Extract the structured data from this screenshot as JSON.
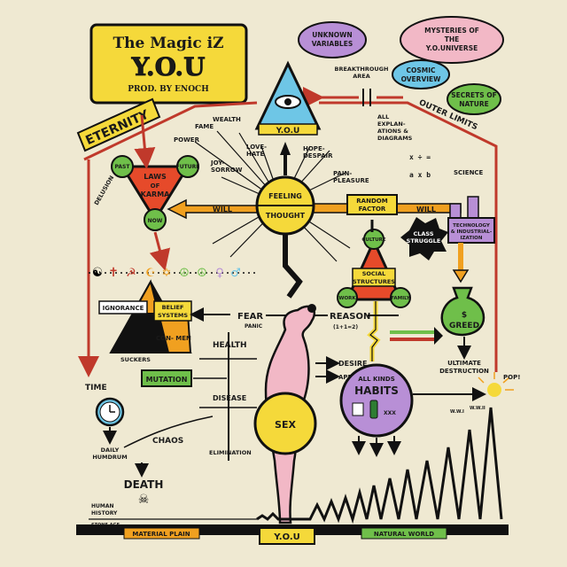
{
  "title_box": {
    "line1": "The Magic iZ",
    "line2": "Y.O.U",
    "line3": "PROD. BY ENOCH"
  },
  "clouds": {
    "unknown_variables": [
      "UNKNOWN",
      "VARIABLES"
    ],
    "mysteries": [
      "MYSTERIES OF",
      "THE",
      "Y.O.UNIVERSE"
    ],
    "cosmic_overview": [
      "COSMIC",
      "OVERVIEW"
    ],
    "secrets_of_nature": [
      "SECRETS OF",
      "NATURE"
    ]
  },
  "labels": {
    "eternity": "ETERNITY",
    "outer_limits": "OUTER LIMITS",
    "breakthrough_area": [
      "BREAKTHROUGH",
      "AREA"
    ],
    "all_explanations": [
      "ALL",
      "EXPLAN-",
      "ATIONS &",
      "DIAGRAMS"
    ],
    "you_top": "Y.O.U",
    "love_hate": [
      "LOVE-",
      "HATE"
    ],
    "hope_despair": [
      "HOPE-",
      "DESPAIR"
    ],
    "power": "POWER",
    "fame": "FAME",
    "wealth": "WEALTH",
    "joy_sorrow": [
      "JOY-",
      "SORROW"
    ],
    "pain_pleasure": [
      "PAIN-",
      "PLEASURE"
    ],
    "science": "SCIENCE",
    "past": "PAST",
    "future": "FUTURE",
    "now": "NOW",
    "laws_of_karma": [
      "LAWS",
      "OF",
      "KARMA"
    ],
    "delusion": "DELUSION",
    "will_left": "WILL",
    "will_right": "WILL",
    "feeling": "FEELING",
    "thought": "THOUGHT",
    "random_factor": [
      "RANDOM",
      "FACTOR"
    ],
    "class_struggle": [
      "CLASS",
      "STRUGGLE"
    ],
    "technology": [
      "TECHNOLOGY",
      "& INDUSTRIAL-",
      "IZATION"
    ],
    "culture": "CULTURE",
    "social_structures": [
      "SOCIAL",
      "STRUCTURES"
    ],
    "work": "WORK",
    "family": "FAMILY",
    "greed": "GREED",
    "ignorance": "IGNORANCE",
    "belief_systems": [
      "BELIEF",
      "SYSTEMS"
    ],
    "con_men": "CON-  MEN",
    "suckers": "SUCKERS",
    "fear": "FEAR",
    "panic": "PANIC",
    "reason": "REASON",
    "reason_formula": "(1+1=2)",
    "health": "HEALTH",
    "mutation": "MUTATION",
    "disease": "DISEASE",
    "desire": "DESIRE",
    "appetite": "APPETITE",
    "all_kinds": "ALL  KINDS",
    "habits": "HABITS",
    "ultimate_destruction": [
      "ULTIMATE",
      "DESTRUCTION"
    ],
    "pop": "POP!",
    "ww1": "W.W.I",
    "ww2": "W.W.II",
    "time": "TIME",
    "chaos": "CHAOS",
    "elimination": "ELIMINATION",
    "daily_humdrum": [
      "DAILY",
      "HUMDRUM"
    ],
    "sex": "SEX",
    "death": "DEATH",
    "human_history": [
      "HUMAN",
      "HISTORY"
    ],
    "stone_age": "STONE AGE",
    "material_plain": "MATERIAL PLAIN",
    "you_bottom": "Y.O.U",
    "natural_world": "NATURAL WORLD",
    "xxx": "XXX"
  },
  "colors": {
    "background": "#efe9d2",
    "yellow": "#f5d93a",
    "orange": "#f0a020",
    "red_line": "#c0392b",
    "green": "#6fbf4a",
    "purple": "#b88fd6",
    "pink": "#f2b8c6",
    "cyan": "#6ec6e6",
    "black": "#111111"
  }
}
